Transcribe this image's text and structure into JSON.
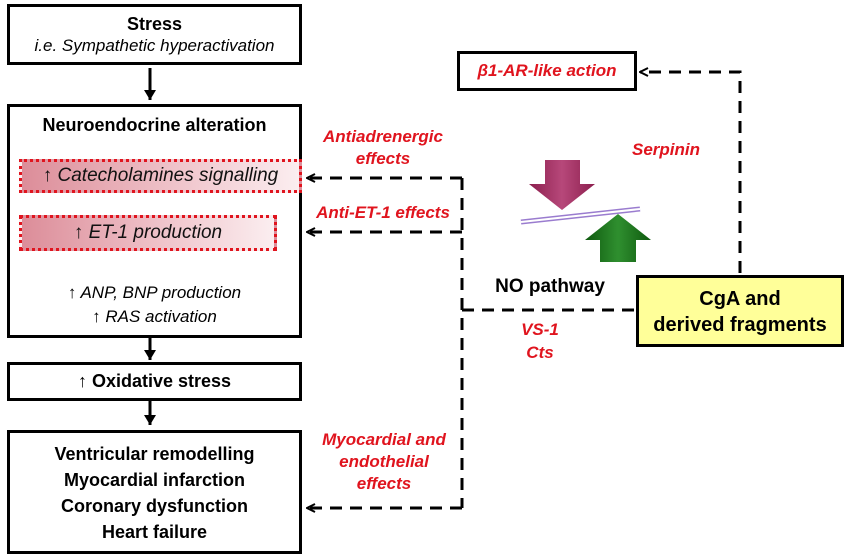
{
  "stress": {
    "title": "Stress",
    "subtitle": "i.e. Sympathetic hyperactivation"
  },
  "neuro": {
    "title": "Neuroendocrine alteration",
    "catecholamines": "↑ Catecholamines signalling",
    "et1": "↑ ET-1 production",
    "anp": "↑ ANP, BNP production",
    "ras": "↑ RAS activation"
  },
  "oxidative": {
    "label": "↑ Oxidative stress"
  },
  "outcomes": [
    "Ventricular remodelling",
    "Myocardial infarction",
    "Coronary dysfunction",
    "Heart failure"
  ],
  "effects": {
    "antiadrenergic": [
      "Antiadrenergic",
      "effects"
    ],
    "anti_et1": "Anti-ET-1 effects",
    "myocardial": [
      "Myocardial and",
      "endothelial",
      "effects"
    ],
    "b1ar": "β1-AR-like action",
    "serpinin": "Serpinin",
    "vs1": "VS-1",
    "cts": "Cts"
  },
  "no_pathway": "NO pathway",
  "cga": [
    "CgA and",
    "derived fragments"
  ],
  "colors": {
    "red_text": "#e0141e",
    "cga_fill": "#ffff99",
    "down_arrow": "#a0305e",
    "up_arrow": "#1e6e1e"
  }
}
